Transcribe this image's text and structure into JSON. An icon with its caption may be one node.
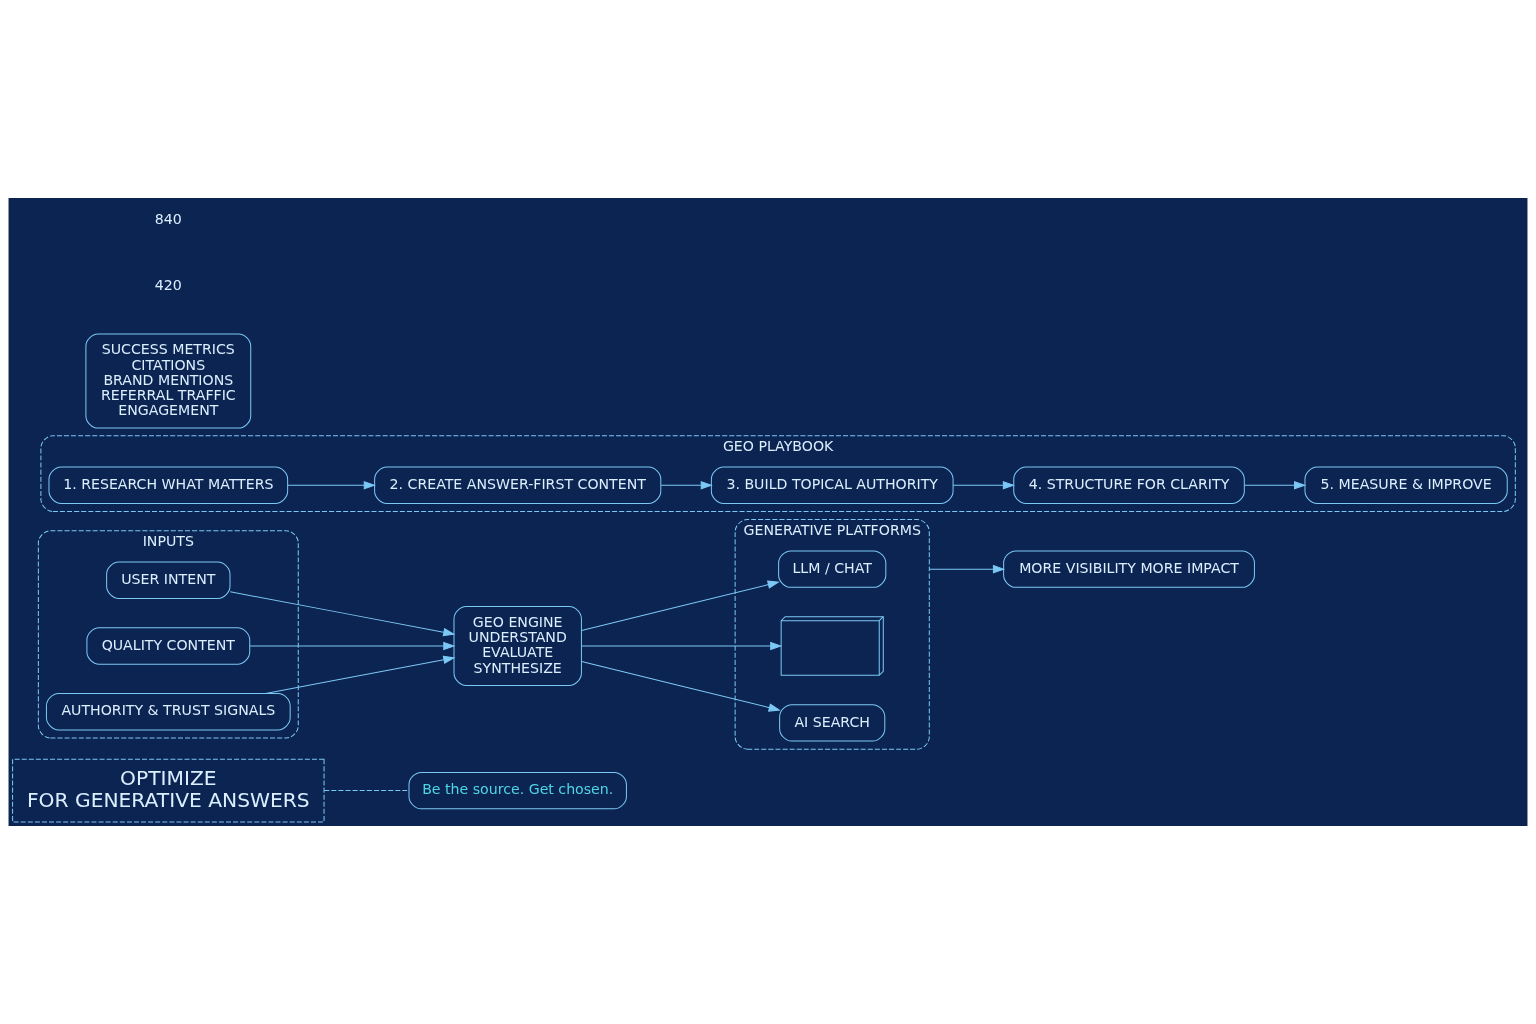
{
  "diagram": {
    "nodes": [
      {
        "text": [
          "OPTIMIZE",
          "FOR GENERATIVE ANSWERS"
        ]
      },
      {
        "text": [
          "Be the source. Get chosen."
        ]
      },
      {
        "text": [
          "INPUTS"
        ]
      },
      {
        "text": [
          "USER INTENT"
        ],
        "in": 2
      },
      {
        "text": [
          "QUALITY CONTENT"
        ],
        "in": 2
      },
      {
        "text": [
          "AUTHORITY & TRUST SIGNALS"
        ],
        "in": 2
      },
      {
        "text": [
          "GEO ENGINE",
          "UNDERSTAND",
          "EVALUATE",
          "SYNTHESIZE"
        ]
      },
      {
        "text": [
          "GENERATIVE PLATFORMS"
        ]
      },
      {
        "text": [
          "LLM / CHAT"
        ],
        "in": 7
      },
      {
        "text": [],
        "shape": "box",
        "in": 7
      },
      {
        "text": [
          "AI SEARCH"
        ],
        "in": 7
      },
      {
        "text": [
          "MORE VISIBILITY MORE IMPACT"
        ]
      },
      {
        "text": [
          "GEO PLAYBOOK"
        ]
      },
      {
        "text": [
          "1. RESEARCH WHAT MATTERS"
        ],
        "in": 12
      },
      {
        "text": [
          "2. CREATE ANSWER-FIRST CONTENT"
        ],
        "in": 12
      },
      {
        "text": [
          "3. BUILD TOPICAL AUTHORITY"
        ],
        "in": 12
      },
      {
        "text": [
          "4. STRUCTURE FOR CLARITY"
        ],
        "in": 12
      },
      {
        "text": [
          "5. MEASURE & IMPROVE"
        ],
        "in": 12
      },
      {
        "text": [
          "SUCCESS METRICS",
          "CITATIONS",
          "BRAND MENTIONS",
          "REFERRAL TRAFFIC",
          "ENGAGEMENT"
        ]
      }
    ],
    "edges": [
      {
        "from": 0,
        "to": 1,
        "arrow": "none",
        "style": "dashed"
      },
      {
        "from": 3,
        "to": 6,
        "arrow": "to"
      },
      {
        "from": 4,
        "to": 6,
        "arrow": "to"
      },
      {
        "from": 5,
        "to": 6,
        "arrow": "to"
      },
      {
        "from": 6,
        "to": 8,
        "arrow": "to"
      },
      {
        "from": 6,
        "to": 9,
        "arrow": "to"
      },
      {
        "from": 6,
        "to": 10,
        "arrow": "to"
      },
      {
        "from": 7,
        "to": 11,
        "arrow": "to"
      },
      {
        "from": 13,
        "to": 14,
        "arrow": "to"
      },
      {
        "from": 14,
        "to": 15,
        "arrow": "to"
      },
      {
        "from": 15,
        "to": 16,
        "arrow": "to"
      },
      {
        "from": 16,
        "to": 17,
        "arrow": "to"
      }
    ],
    "labels": [
      "420",
      "840"
    ]
  }
}
